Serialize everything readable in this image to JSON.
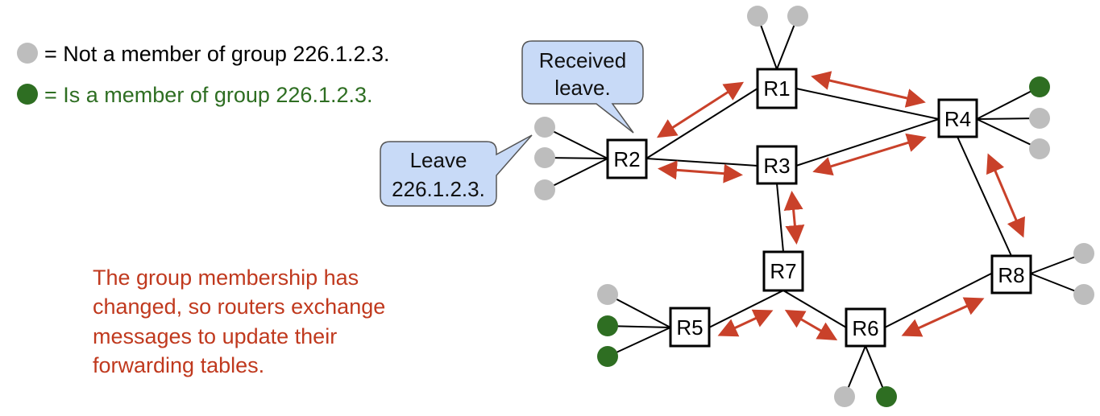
{
  "legend": {
    "non_member": "= Not a member of group 226.1.2.3.",
    "member": "= Is a member of group 226.1.2.3."
  },
  "callouts": {
    "received": [
      "Received",
      "leave."
    ],
    "leave": [
      "Leave",
      "226.1.2.3."
    ]
  },
  "note": [
    "The group membership has",
    "changed, so routers exchange",
    "messages to update their",
    "forwarding tables."
  ],
  "routers": {
    "r1": "R1",
    "r2": "R2",
    "r3": "R3",
    "r4": "R4",
    "r5": "R5",
    "r6": "R6",
    "r7": "R7",
    "r8": "R8"
  },
  "colors": {
    "non_member": "#bdbdbd",
    "member": "#2e6e22",
    "arrow": "#c9412a",
    "callout_fill": "#c8daf7",
    "note": "#c0391e",
    "member_text": "#2e6e22"
  }
}
